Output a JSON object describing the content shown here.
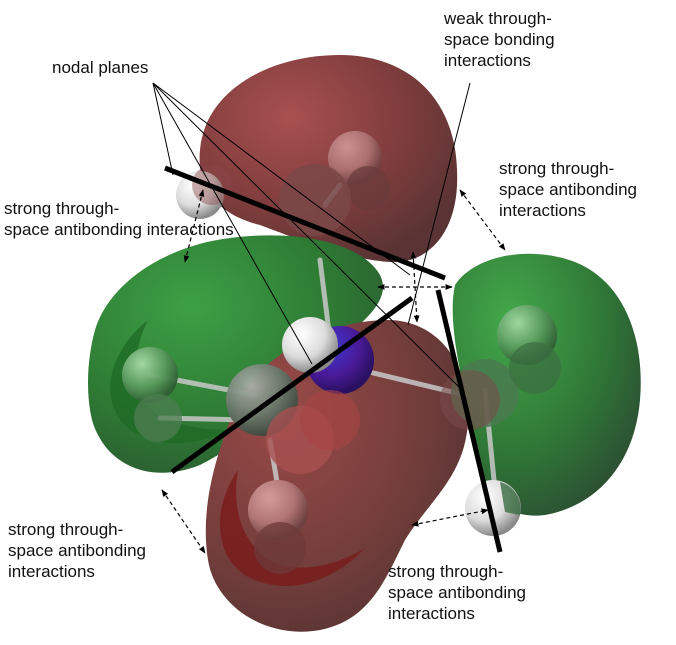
{
  "figure": {
    "title": "Molecular orbital isosurface with nodal planes and through-space interactions",
    "colors": {
      "positive_lobe": "#8b3a3a",
      "negative_lobe": "#2f8a36",
      "hydrogen_atom": "#f2f2f2",
      "nitrogen_atom": "#3a1fa0",
      "nodal_plane_line": "#000000",
      "text": "#111111"
    }
  },
  "labels": {
    "nodal_planes": {
      "lines": [
        "nodal planes"
      ]
    },
    "weak_bonding": {
      "lines": [
        "weak through-",
        "space bonding",
        "interactions"
      ]
    },
    "antibonding_upper_left": {
      "lines": [
        "strong through-",
        "space antibonding interactions"
      ]
    },
    "antibonding_upper_right": {
      "lines": [
        "strong through-",
        "space antibonding",
        "interactions"
      ]
    },
    "antibonding_lower_left": {
      "lines": [
        "strong through-",
        "space antibonding",
        "interactions"
      ]
    },
    "antibonding_lower_right": {
      "lines": [
        "strong through-",
        "space antibonding",
        "interactions"
      ]
    }
  }
}
